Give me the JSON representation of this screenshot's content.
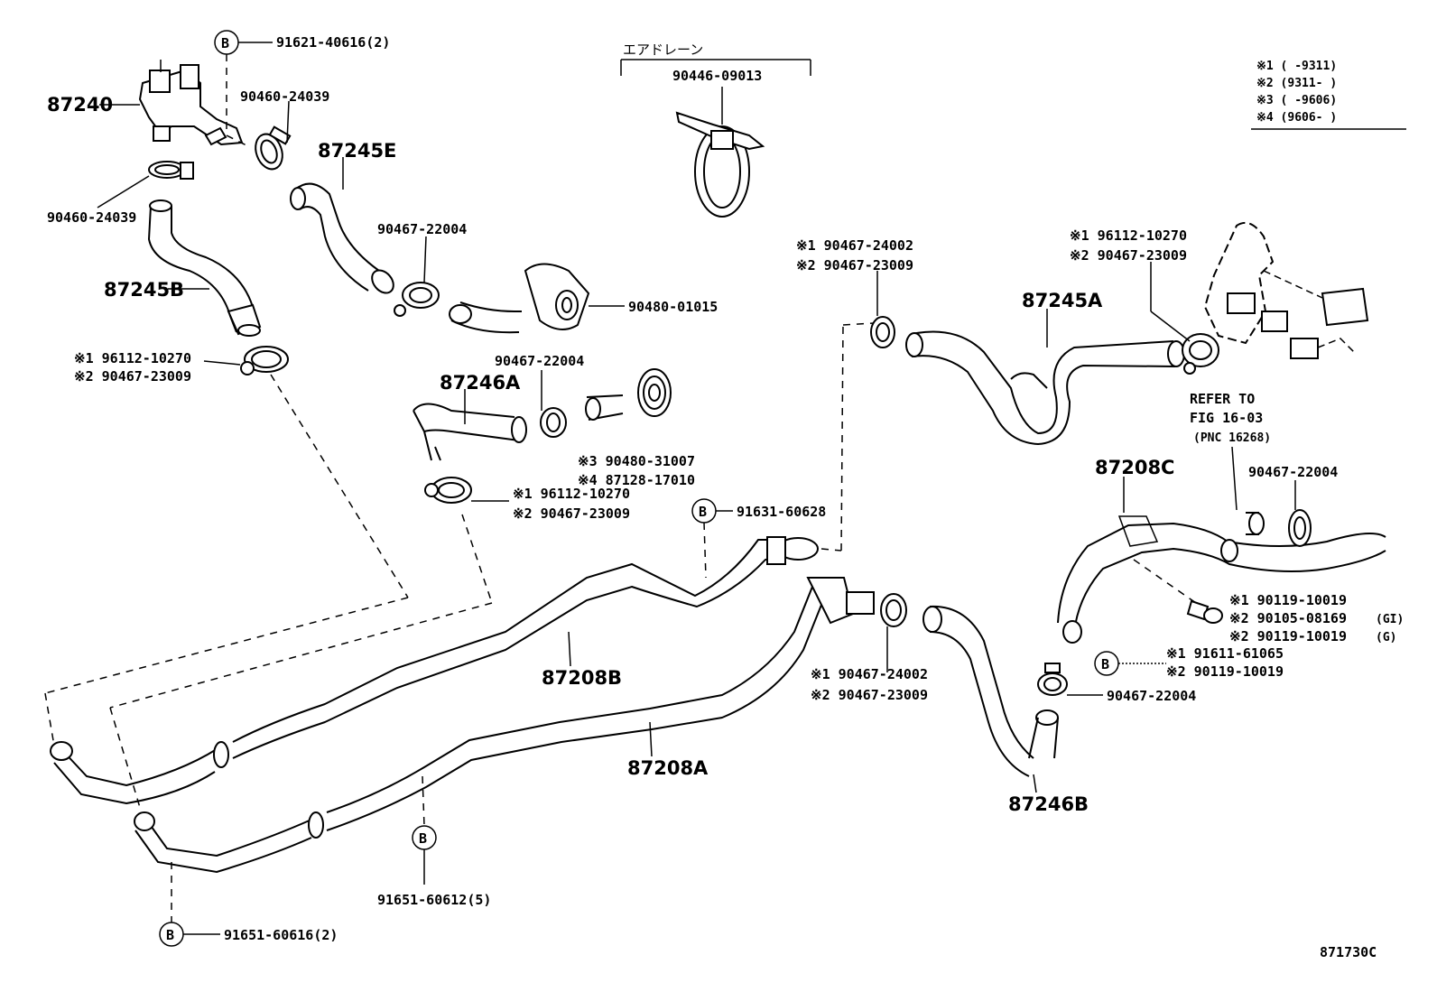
{
  "parts": {
    "p87240": "87240",
    "p87245E": "87245E",
    "p87245B": "87245B",
    "p87245A": "87245A",
    "p87246A": "87246A",
    "p87246B": "87246B",
    "p87208A": "87208A",
    "p87208B": "87208B",
    "p87208C": "87208C"
  },
  "bolts": {
    "b_91621": "91621-40616(2)",
    "b_91631": "91631-60628",
    "b_91651_5": "91651-60612(5)",
    "b_91651_2": "91651-60616(2)"
  },
  "clamps": {
    "c_90460_a": "90460-24039",
    "c_90460_b": "90460-24039",
    "c_90467_22004_a": "90467-22004",
    "c_90467_22004_b": "90467-22004",
    "c_90467_22004_c": "90467-22004",
    "c_90467_22004_d": "90467-22004",
    "c_90480_01015": "90480-01015",
    "drain_title": "エアドレーン",
    "drain_part": "90446-09013"
  },
  "variants": {
    "v1_96112_a": "※1 96112-10270",
    "v2_90467_a": "※2 90467-23009",
    "v1_96112_b": "※1 96112-10270",
    "v2_90467_b": "※2 90467-23009",
    "v1_96112_c": "※1 96112-10270",
    "v2_90467_c": "※2 90467-23009",
    "v1_90467_24002_a": "※1 90467-24002",
    "v2_90467_23009_d": "※2 90467-23009",
    "v1_90467_24002_b": "※1 90467-24002",
    "v2_90467_23009_e": "※2 90467-23009",
    "v3_90480": "※3 90480-31007",
    "v4_87128": "※4 87128-17010",
    "v1_90119_a": "※1 90119-10019",
    "v2_90105": "※2 90105-08169",
    "v2_90105_suffix": "(GI)",
    "v2_90119": "※2 90119-10019",
    "v2_90119_suffix": "(G)",
    "v1_91611": "※1 91611-61065",
    "v2_90119_b": "※2 90119-10019"
  },
  "refer": {
    "line1": "REFER TO",
    "line2": "FIG 16-03",
    "line3": "(PNC 16268)"
  },
  "legend": {
    "l1": "※1 (      -9311)",
    "l2": "※2 (9311-      )",
    "l3": "※3 (      -9606)",
    "l4": "※4 (9606-      )"
  },
  "b_marker": "B",
  "figure_id": "871730C"
}
